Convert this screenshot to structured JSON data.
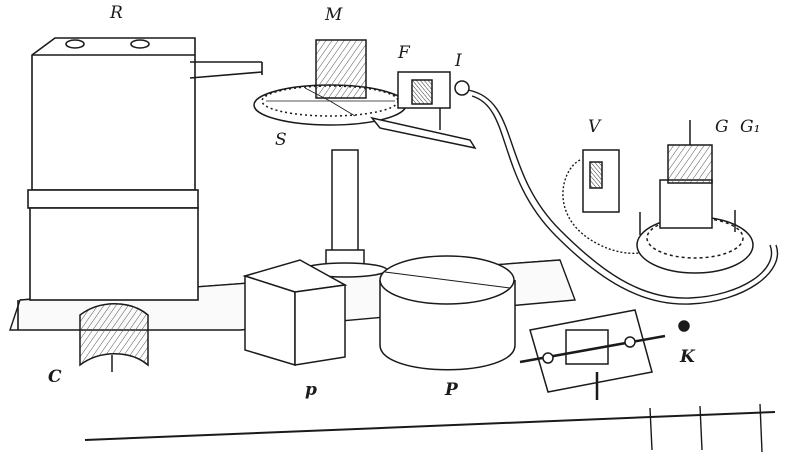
{
  "labels": {
    "R": "R",
    "M": "M",
    "F": "F",
    "I": "I",
    "S": "S",
    "V": "V",
    "G": "G",
    "G1": "G₁",
    "C": "C",
    "p": "p",
    "P": "P",
    "K": "K"
  },
  "colors": {
    "ink": "#1a1a1a",
    "paper": "#ffffff",
    "hatch": "#555555"
  }
}
